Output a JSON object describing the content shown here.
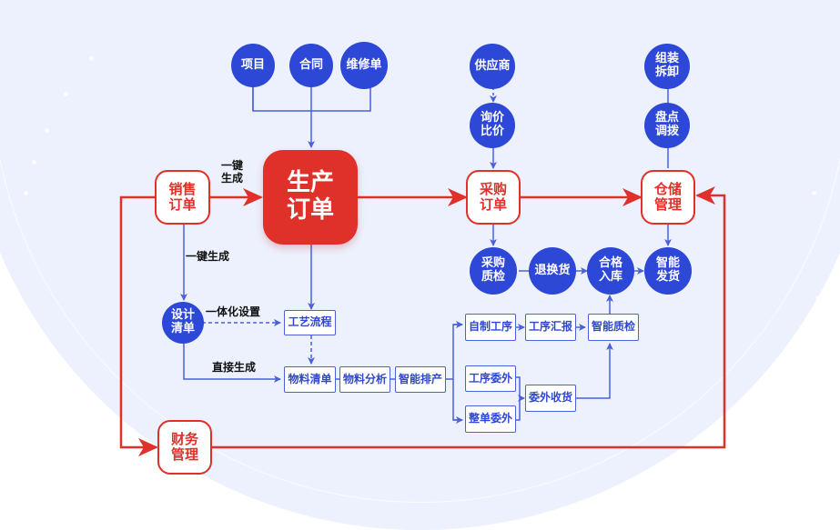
{
  "diagram": {
    "main_node": "生产\n订单",
    "red_nodes": {
      "sales_order": "销售\n订单",
      "purchase_order": "采购\n订单",
      "warehouse": "仓储\n管理",
      "finance": "财务\n管理"
    },
    "circles": {
      "project": "项目",
      "contract": "合同",
      "repair_order": "维修单",
      "supplier": "供应商",
      "inquiry": "询价\n比价",
      "assemble": "组装\n拆卸",
      "inventory": "盘点\n调拨",
      "purchase_qc": "采购\n质检",
      "return_exchange": "退换货",
      "qualified_in": "合格\n入库",
      "smart_ship": "智能\n发货",
      "design_list": "设计\n清单"
    },
    "rects": {
      "process_flow": "工艺流程",
      "bom": "物料清单",
      "material_analysis": "物料分析",
      "smart_schedule": "智能排产",
      "self_process": "自制工序",
      "process_report": "工序汇报",
      "smart_qc": "智能质检",
      "process_outsource": "工序委外",
      "order_outsource": "整单委外",
      "outsource_receive": "委外收货"
    },
    "labels": {
      "one_click_top": "一键\n生成",
      "one_click_left": "一键生成",
      "integrated_setting": "一体化设置",
      "direct_generate": "直接生成"
    }
  }
}
